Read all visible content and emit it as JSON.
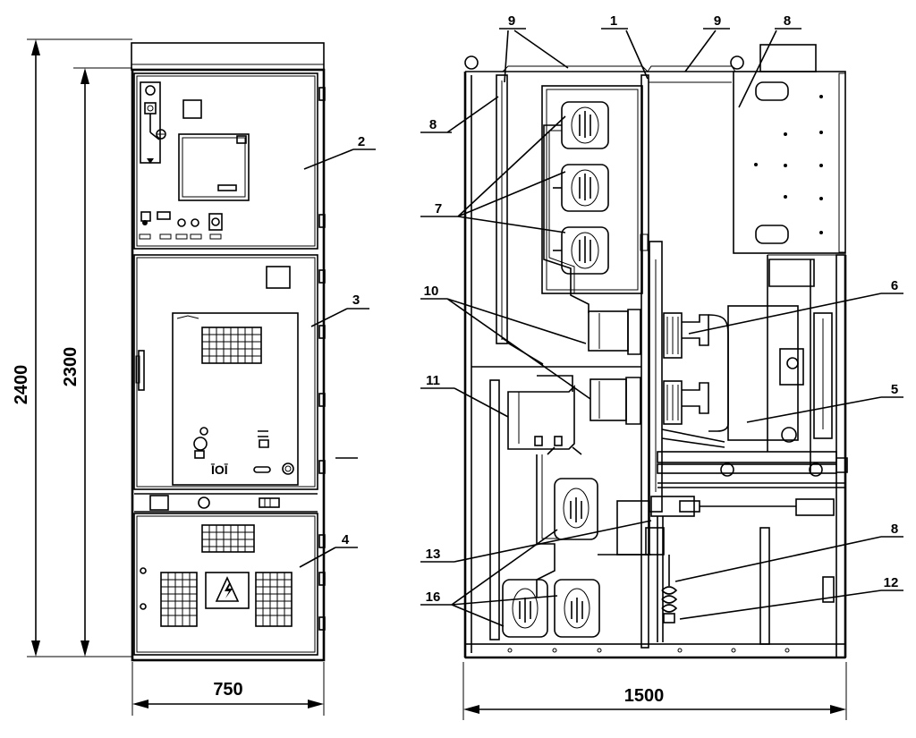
{
  "dimensions": {
    "total_height": "2400",
    "inner_height": "2300",
    "front_width": "750",
    "side_depth": "1500"
  },
  "callouts": {
    "c1": "1",
    "c2": "2",
    "c3": "3",
    "c4": "4",
    "c5": "5",
    "c6": "6",
    "c7": "7",
    "c8a": "8",
    "c8b": "8",
    "c8c": "8",
    "c9a": "9",
    "c9b": "9",
    "c10": "10",
    "c11": "11",
    "c12": "12",
    "c13": "13",
    "c16": "16"
  },
  "icons": {
    "hv_warning": "high-voltage-warning-icon"
  }
}
